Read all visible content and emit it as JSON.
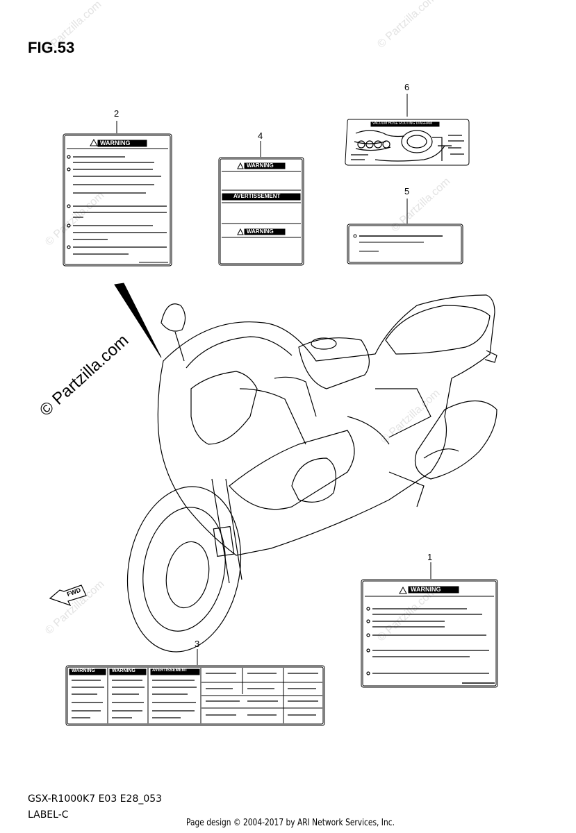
{
  "figure": {
    "title": "FIG.53",
    "model_code": "GSX-R1000K7 E03 E28_053",
    "group_name": "LABEL-C"
  },
  "watermark": {
    "main": "© Partzilla.com",
    "faint": "© Partzilla.com"
  },
  "footer": {
    "copyright": "Page design © 2004-2017 by ARI Network Services, Inc."
  },
  "callouts": [
    "1",
    "2",
    "3",
    "4",
    "5",
    "6"
  ],
  "labels": {
    "warning": "WARNING",
    "avertissement": "AVERTISSEMENT",
    "vacuum_title": "VACUUM HOSE ROUTING DIAGRAM",
    "fwd": "FWD"
  }
}
